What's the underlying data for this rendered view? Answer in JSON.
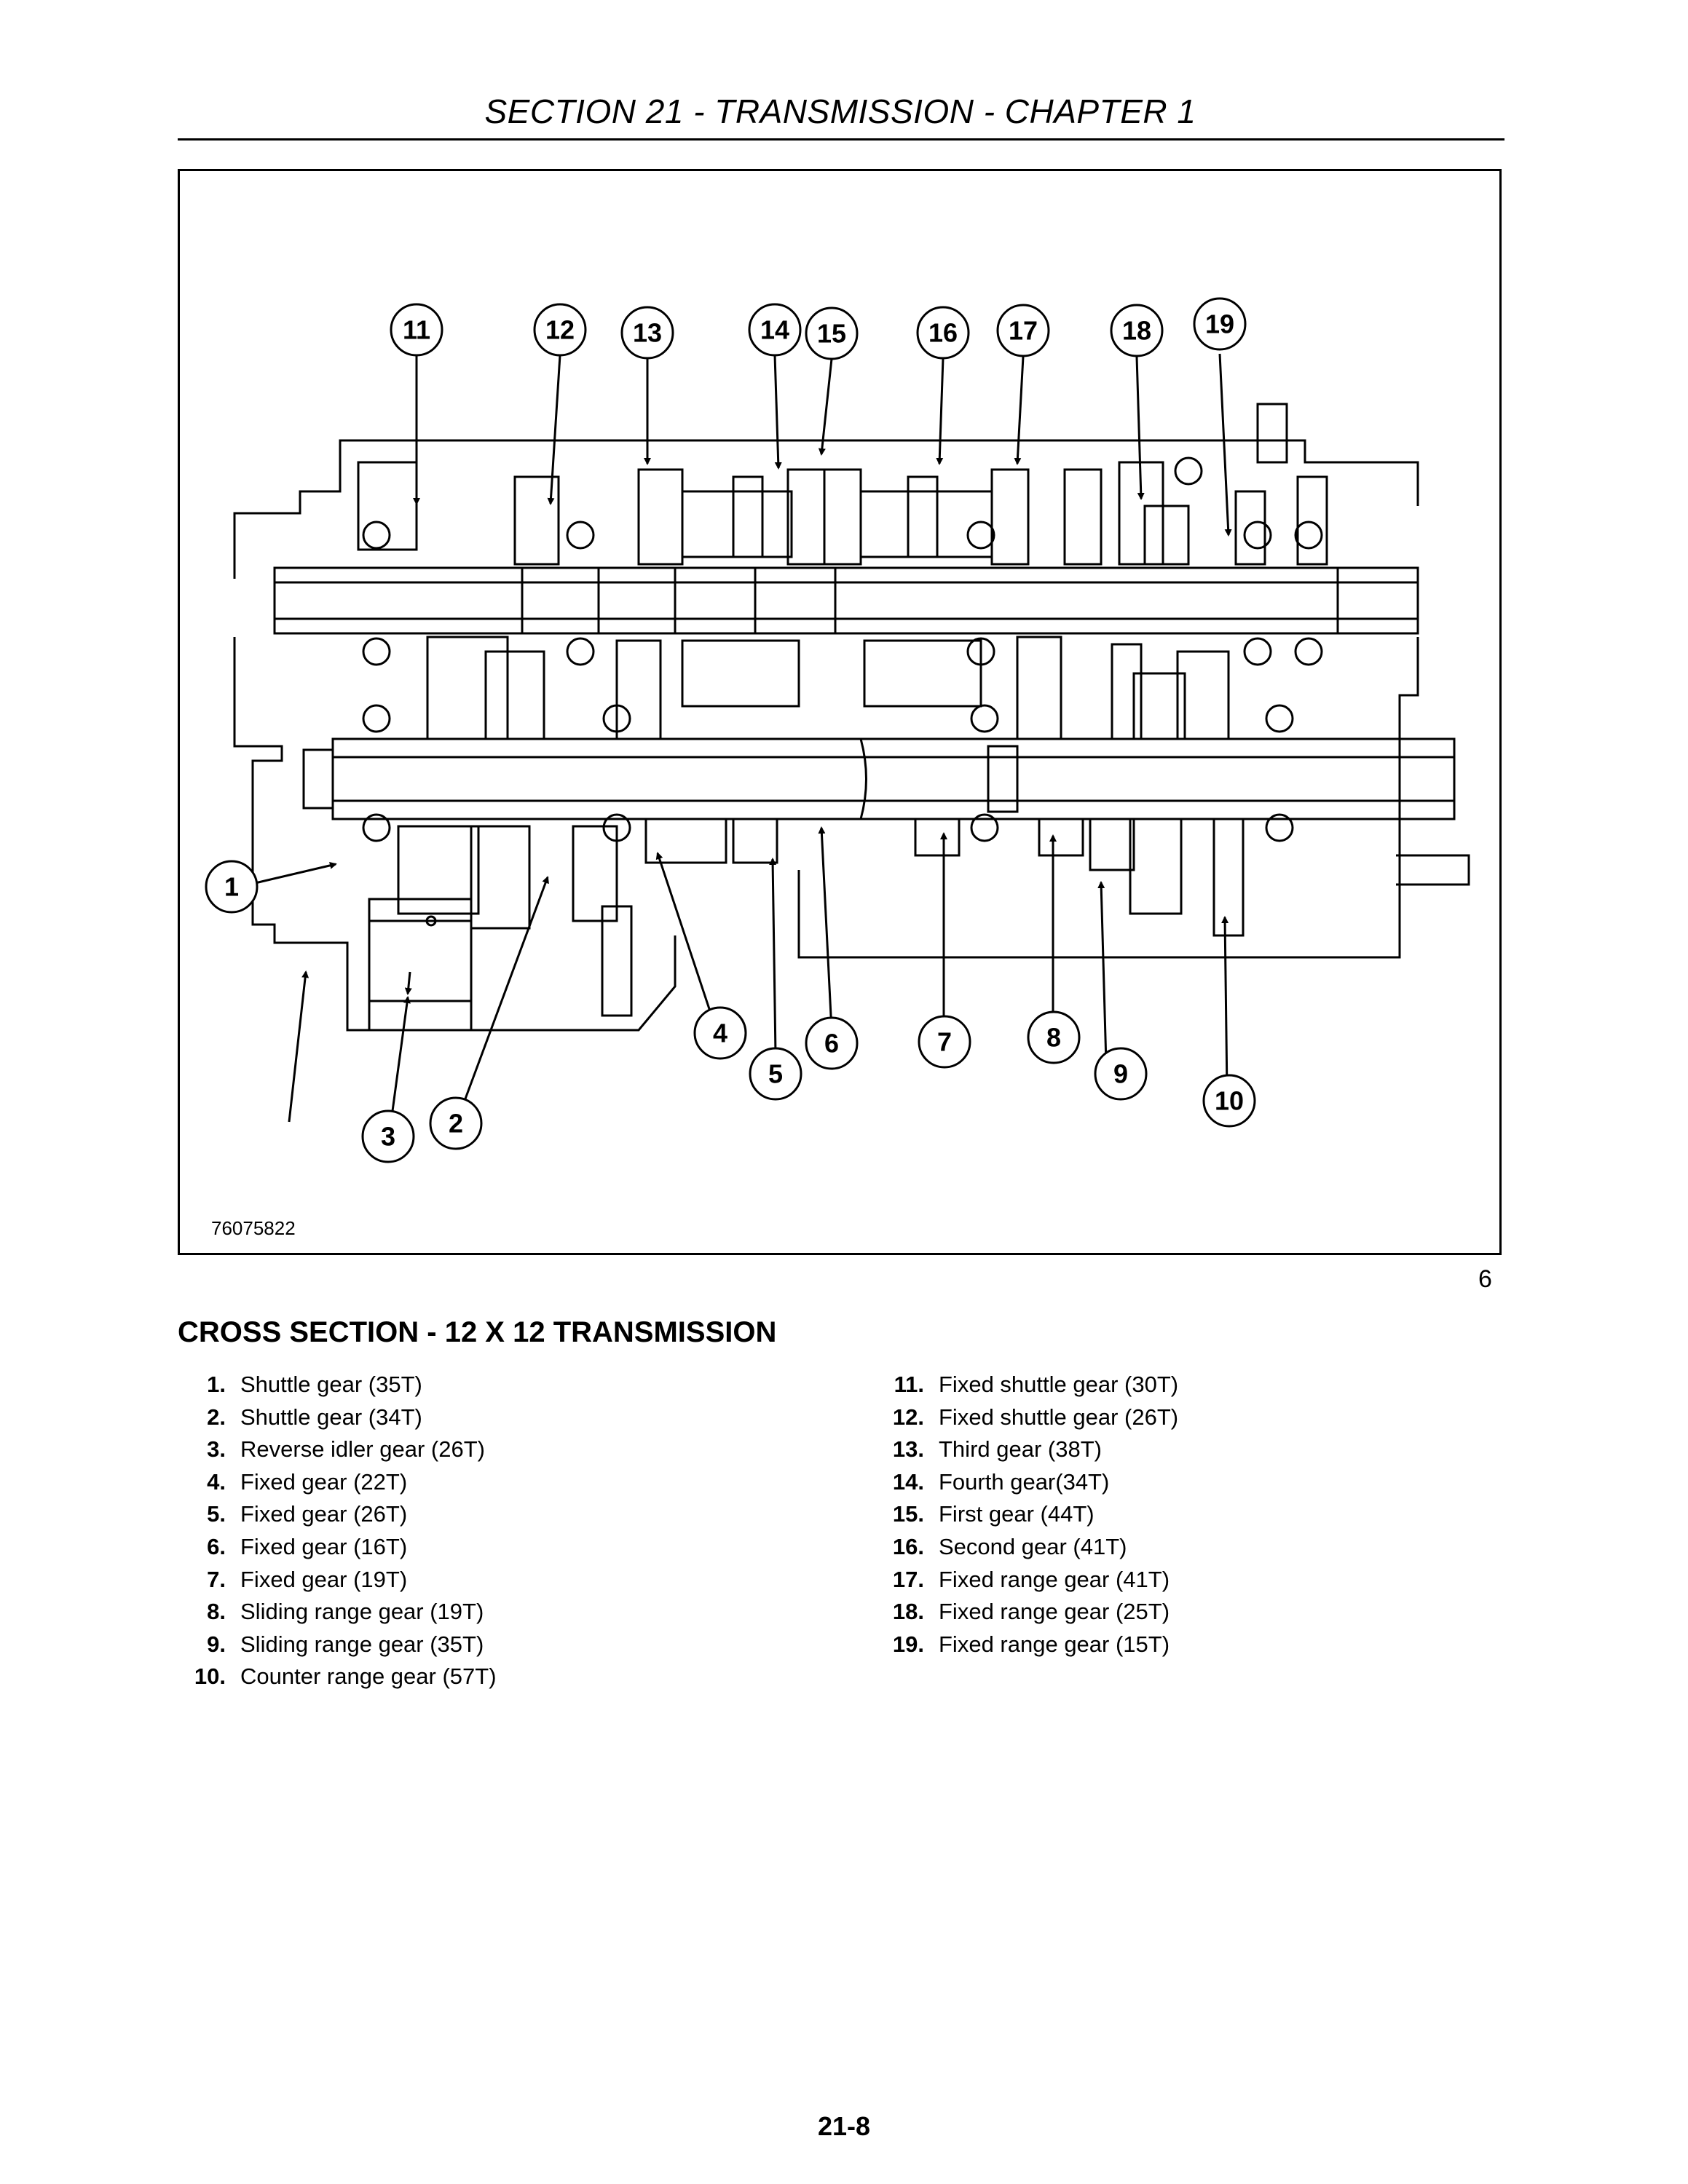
{
  "header": {
    "title": "SECTION 21 - TRANSMISSION - CHAPTER 1"
  },
  "figure": {
    "code": "76075822",
    "number": "6",
    "callouts": [
      "1",
      "2",
      "3",
      "4",
      "5",
      "6",
      "7",
      "8",
      "9",
      "10",
      "11",
      "12",
      "13",
      "14",
      "15",
      "16",
      "17",
      "18",
      "19"
    ]
  },
  "caption": "CROSS SECTION - 12 X 12 TRANSMISSION",
  "legend_left": [
    {
      "num": "1.",
      "text": "Shuttle gear (35T)"
    },
    {
      "num": "2.",
      "text": "Shuttle gear (34T)"
    },
    {
      "num": "3.",
      "text": "Reverse idler gear (26T)"
    },
    {
      "num": "4.",
      "text": "Fixed gear (22T)"
    },
    {
      "num": "5.",
      "text": "Fixed gear (26T)"
    },
    {
      "num": "6.",
      "text": "Fixed gear (16T)"
    },
    {
      "num": "7.",
      "text": "Fixed gear (19T)"
    },
    {
      "num": "8.",
      "text": "Sliding range gear (19T)"
    },
    {
      "num": "9.",
      "text": "Sliding range gear (35T)"
    },
    {
      "num": "10.",
      "text": "Counter range gear (57T)"
    }
  ],
  "legend_right": [
    {
      "num": "11.",
      "text": "Fixed shuttle gear (30T)"
    },
    {
      "num": "12.",
      "text": "Fixed shuttle gear (26T)"
    },
    {
      "num": "13.",
      "text": "Third gear (38T)"
    },
    {
      "num": "14.",
      "text": "Fourth gear(34T)"
    },
    {
      "num": "15.",
      "text": "First gear (44T)"
    },
    {
      "num": "16.",
      "text": "Second gear (41T)"
    },
    {
      "num": "17.",
      "text": "Fixed range gear (41T)"
    },
    {
      "num": "18.",
      "text": "Fixed range gear (25T)"
    },
    {
      "num": "19.",
      "text": "Fixed range gear (15T)"
    }
  ],
  "page_number": "21-8"
}
